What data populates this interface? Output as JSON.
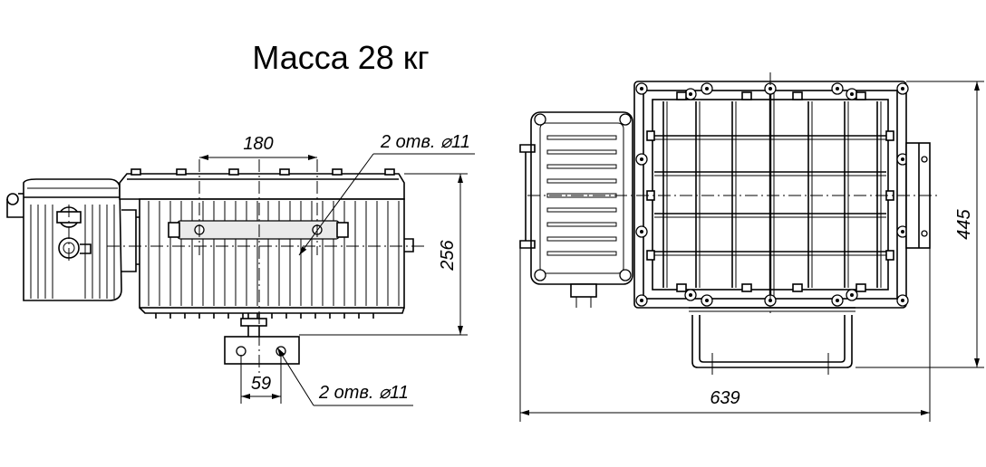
{
  "title": "Масса 28 кг",
  "dimensions": {
    "mount_spacing": "180",
    "holes_top": "2 отв. ⌀11",
    "height_side": "256",
    "bracket_spacing": "59",
    "holes_bottom": "2 отв. ⌀11",
    "width_total": "639",
    "height_front": "445"
  }
}
